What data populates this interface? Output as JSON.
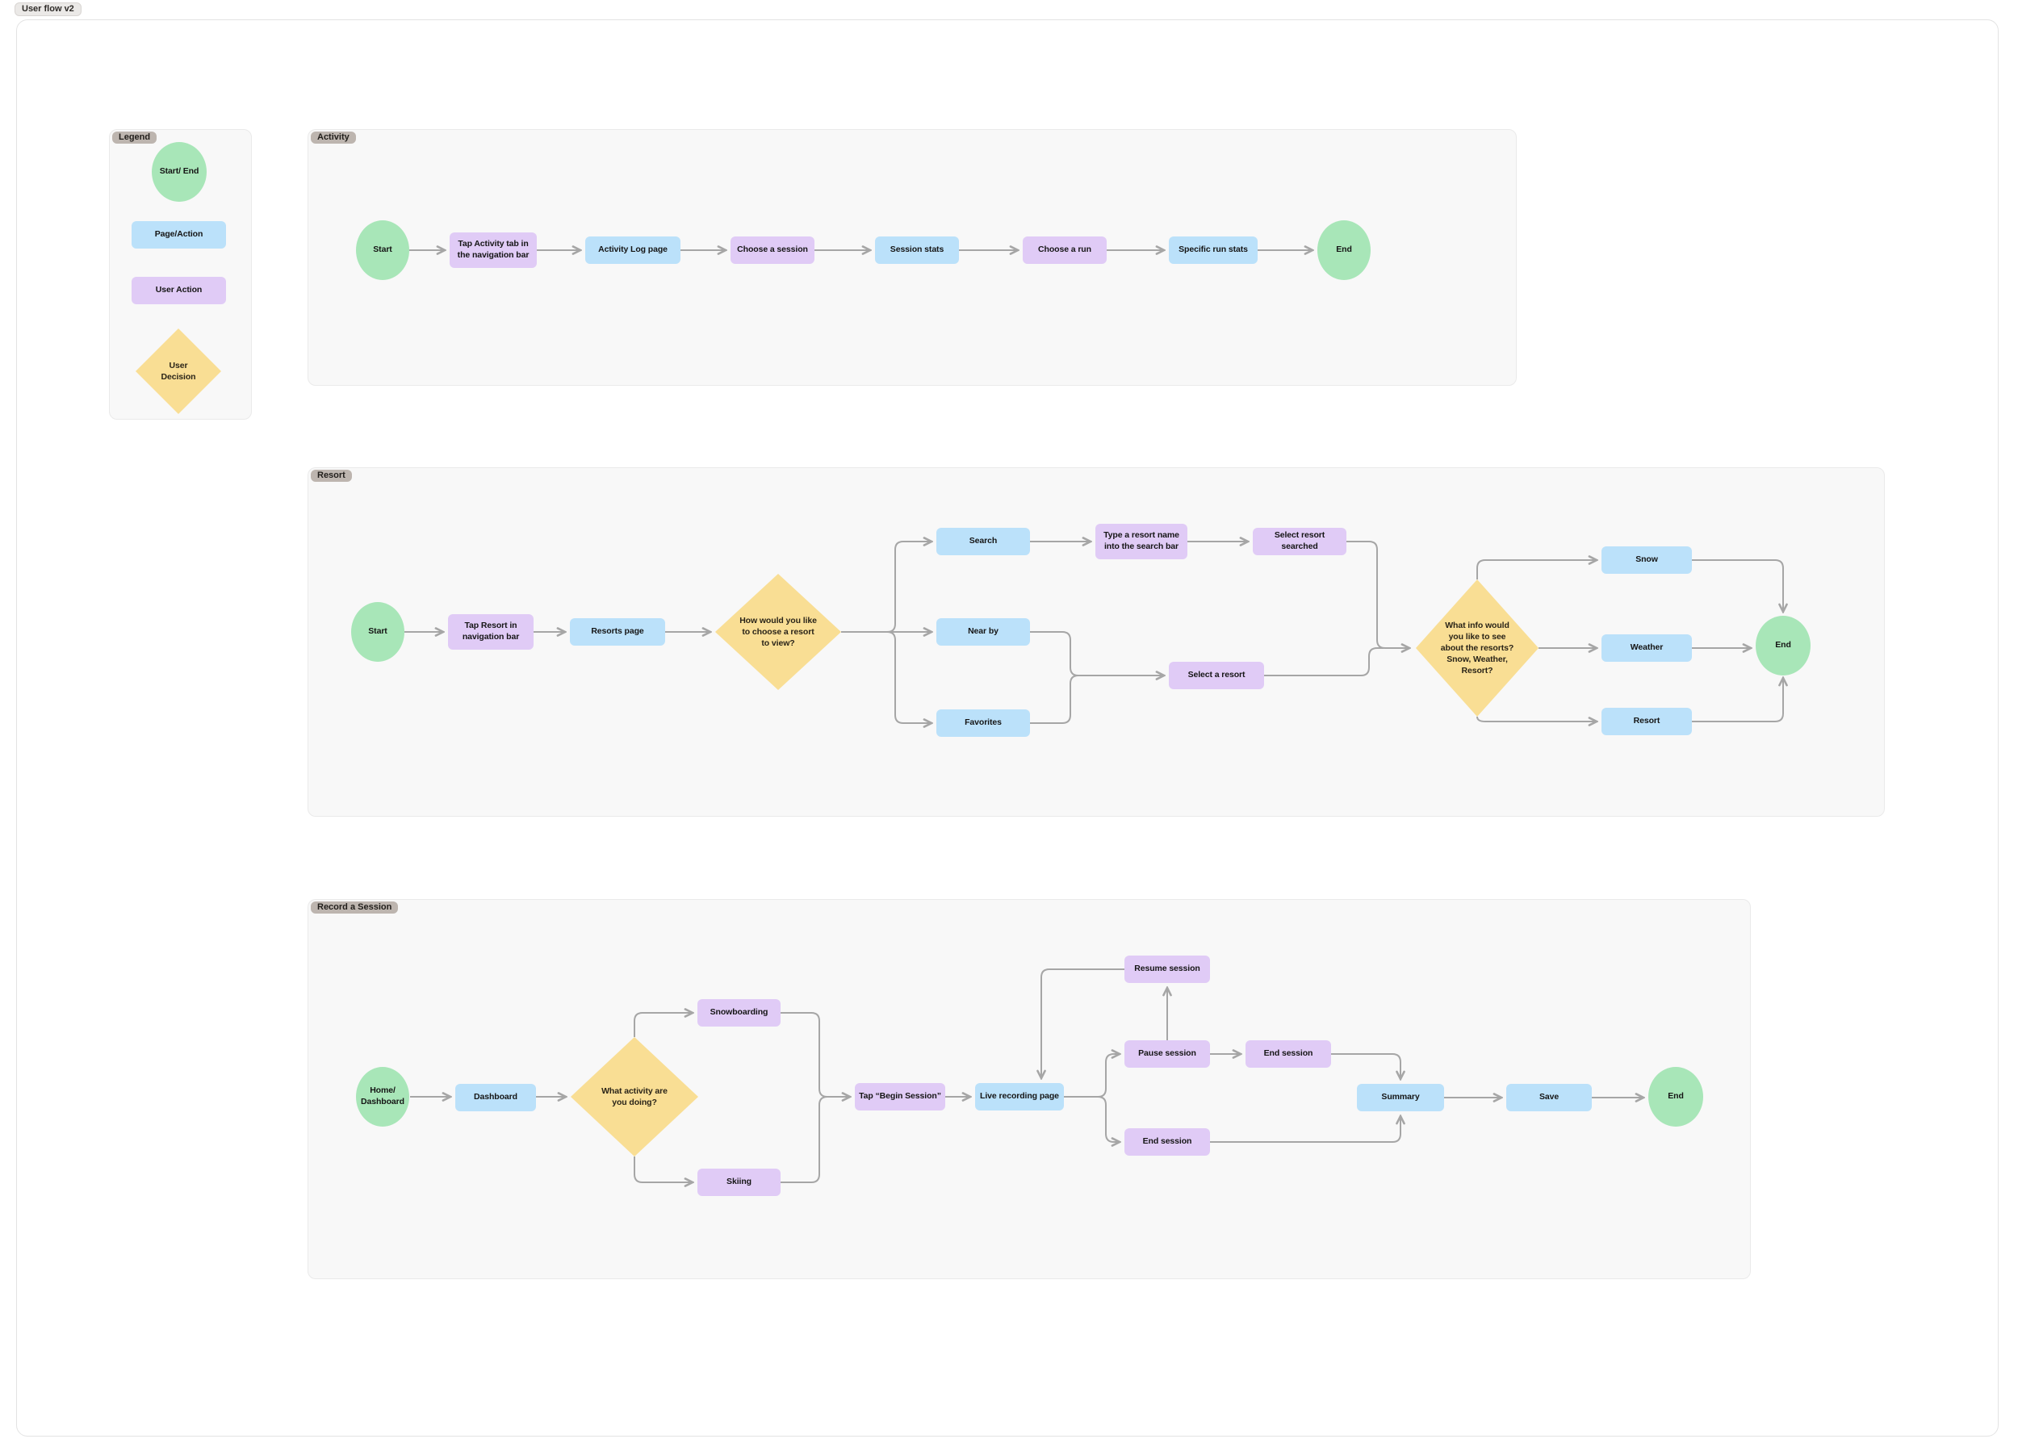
{
  "page": {
    "title_badge": "User flow v2"
  },
  "colors": {
    "start_end_green": "#A8E6B8",
    "page_action_blue": "#BBE1FA",
    "user_action_purple": "#E0CBF6",
    "decision_yellow": "#F9DE94",
    "connector_gray": "#A6A6A6",
    "section_background": "#F8F8F8",
    "section_label_background": "#BDB5AF"
  },
  "legend": {
    "badge": "Legend",
    "items": [
      {
        "shape": "start-end-circle",
        "label": "Start/ End"
      },
      {
        "shape": "page-action-rect",
        "label": "Page/Action"
      },
      {
        "shape": "user-action-rect",
        "label": "User Action"
      },
      {
        "shape": "decision-diamond",
        "label": "User Decision"
      }
    ]
  },
  "sections": {
    "activity": {
      "badge": "Activity",
      "nodes": {
        "start": "Start",
        "tap_activity": "Tap Activity tab in the navigation bar",
        "activity_log": "Activity Log page",
        "choose_session": "Choose a session",
        "session_stats": "Session stats",
        "choose_run": "Choose a run",
        "specific_run_stats": "Specific run stats",
        "end": "End"
      }
    },
    "resort": {
      "badge": "Resort",
      "nodes": {
        "start": "Start",
        "tap_resort": "Tap Resort in navigation bar",
        "resorts_page": "Resorts page",
        "decision_choose": "How would you like to choose a resort to view?",
        "search": "Search",
        "near_by": "Near by",
        "favorites": "Favorites",
        "type_resort_name": "Type a resort name into the search bar",
        "select_resort_searched": "Select resort searched",
        "select_a_resort": "Select a resort",
        "decision_info": "What info would you like to see about the resorts? Snow, Weather, Resort?",
        "snow": "Snow",
        "weather": "Weather",
        "resort": "Resort",
        "end": "End"
      }
    },
    "record": {
      "badge": "Record a Session",
      "nodes": {
        "start": "Home/ Dashboard",
        "dashboard": "Dashboard",
        "decision_activity": "What activity are you doing?",
        "snowboarding": "Snowboarding",
        "skiing": "Skiing",
        "tap_begin_session": "Tap “Begin Session”",
        "live_recording": "Live recording page",
        "resume_session": "Resume session",
        "pause_session": "Pause session",
        "end_session_a": "End session",
        "end_session_b": "End session",
        "summary": "Summary",
        "save": "Save",
        "end": "End"
      }
    }
  }
}
